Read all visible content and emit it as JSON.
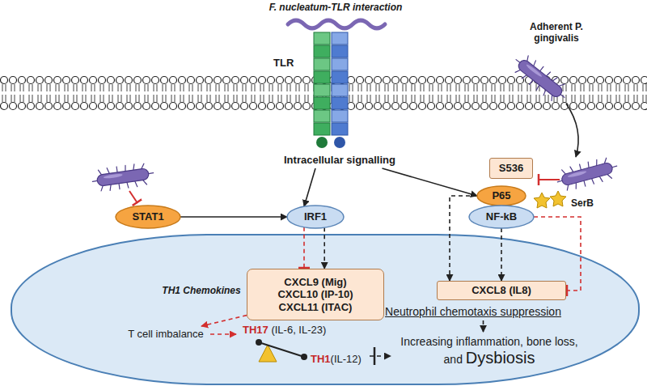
{
  "diagram": {
    "title": "F. nucleatum-TLR interaction",
    "nodes": [
      {
        "text": [
          "TLR"
        ]
      },
      {
        "text": [
          "Intracellular signalling"
        ]
      },
      {
        "text": [
          "STAT1"
        ]
      },
      {
        "text": [
          "IRF1"
        ]
      },
      {
        "text": [
          "S536"
        ]
      },
      {
        "text": [
          "P65"
        ]
      },
      {
        "text": [
          "NF-kB"
        ]
      },
      {
        "text": [
          "CXCL9 (Mig)",
          "CXCL10 (IP-10)",
          "CXCL11 (ITAC)"
        ]
      },
      {
        "text": [
          "CXCL8 (IL8)"
        ]
      },
      {
        "text": [
          "Neutrophil chemotaxis suppression"
        ]
      },
      {
        "text": [
          "T cell imbalance"
        ]
      },
      {
        "text": [
          "TH17 (IL-6, IL-23)",
          "TH1(IL-12)"
        ]
      },
      {
        "text": [
          "Increasing inflammation, bone loss, and Dysbiosis"
        ]
      }
    ],
    "edges": [
      {
        "from": 1,
        "to": 3,
        "arrow": "to"
      },
      {
        "from": 1,
        "to": 5,
        "arrow": "to"
      },
      {
        "from": 2,
        "to": 3,
        "arrow": "to"
      },
      {
        "from": 3,
        "to": 7,
        "arrow": "to"
      },
      {
        "from": 3,
        "to": 7,
        "arrow": "none"
      },
      {
        "from": 5,
        "to": 8,
        "arrow": "to"
      },
      {
        "from": 6,
        "to": 8,
        "arrow": "to"
      },
      {
        "from": 6,
        "to": 8,
        "arrow": "none"
      },
      {
        "from": 7,
        "to": 10,
        "arrow": "to"
      },
      {
        "from": 10,
        "to": 11,
        "arrow": "to"
      },
      {
        "from": 11,
        "to": 12,
        "arrow": "to"
      },
      {
        "from": 9,
        "to": 12,
        "arrow": "to"
      }
    ],
    "labels": [
      "Adherent P. gingivalis",
      "SerB",
      "TH1 Chemokines"
    ]
  }
}
